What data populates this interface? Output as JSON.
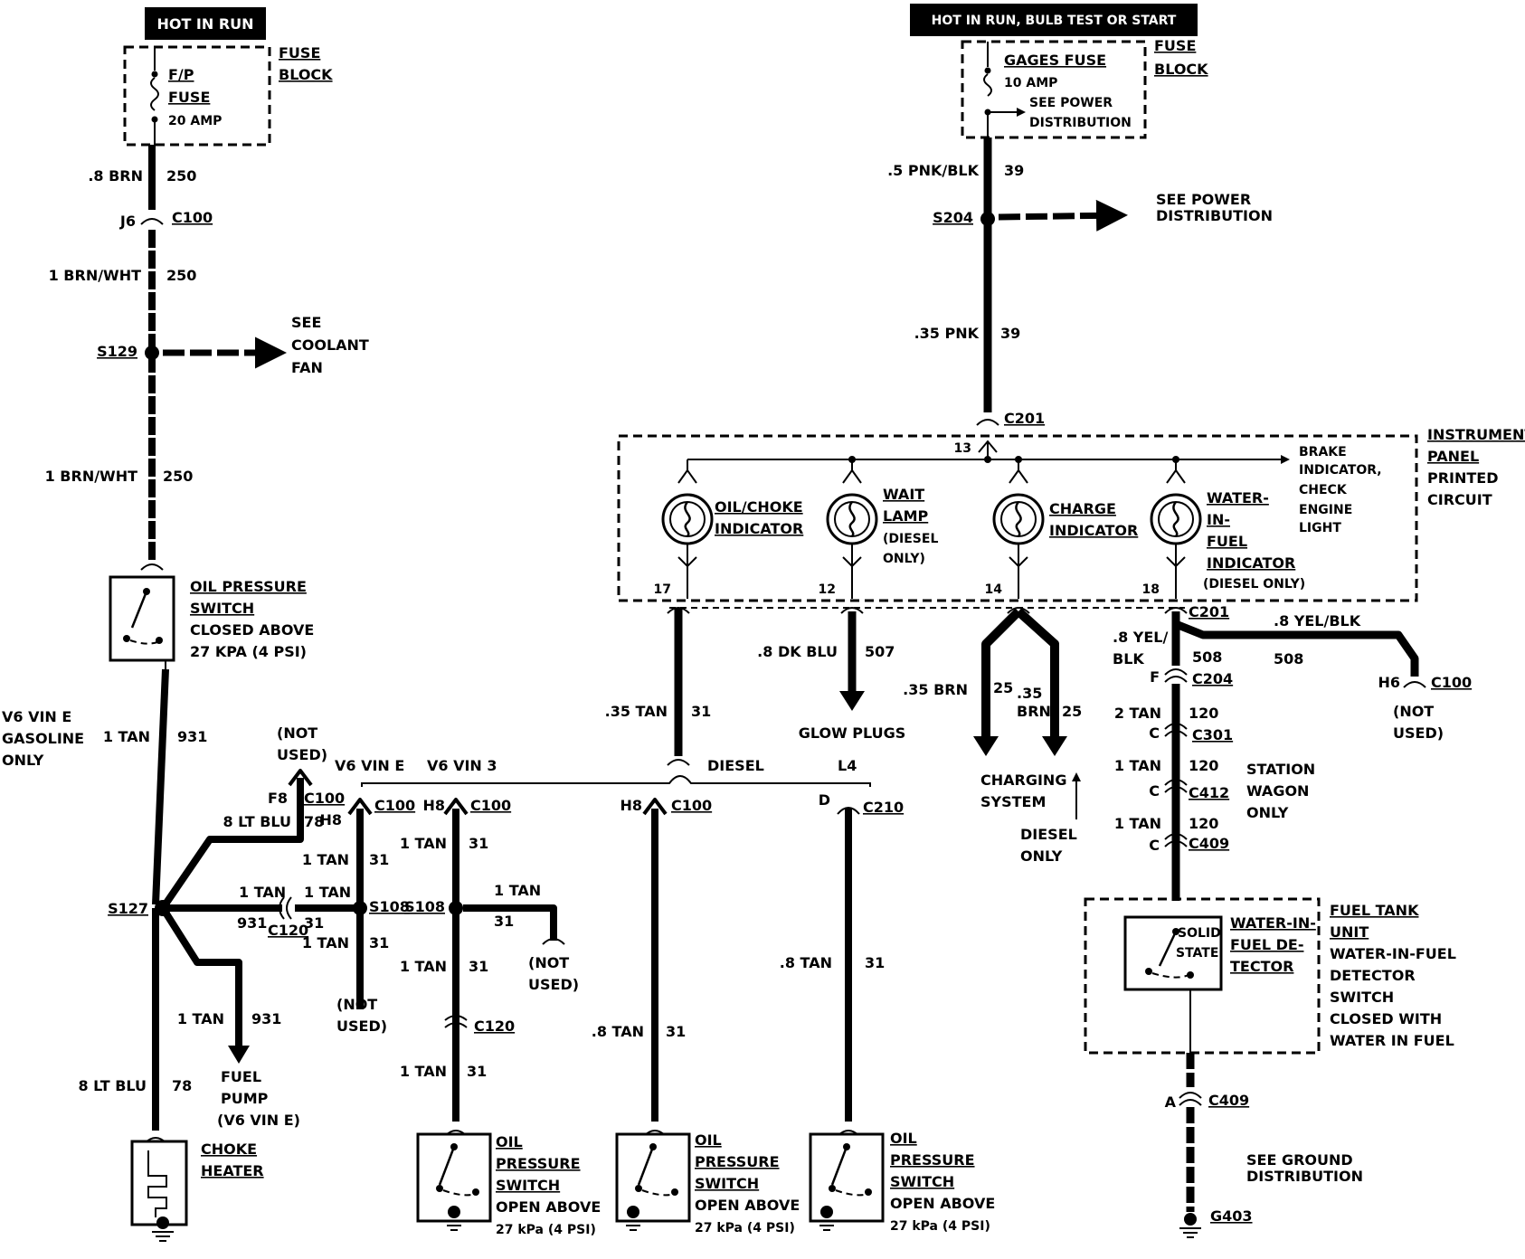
{
  "power": {
    "hot_in_run": "HOT IN RUN",
    "hot_in_run_bulb": "HOT IN RUN, BULB TEST OR START"
  },
  "fuse_block_left": {
    "label_1": "FUSE",
    "label_2": "BLOCK",
    "fuse_name_1": "F/P",
    "fuse_name_2": "FUSE",
    "rating": "20 AMP"
  },
  "fuse_block_right": {
    "label_1": "FUSE",
    "label_2": "BLOCK",
    "fuse_name": "GAGES FUSE",
    "rating": "10 AMP",
    "see_1": "SEE POWER",
    "see_2": "DISTRIBUTION"
  },
  "left_circuit": {
    "wire_1": ".8 BRN",
    "wire_1_num": "250",
    "conn_j6": "J6",
    "conn_c100": "C100",
    "wire_2": "1 BRN/WHT",
    "wire_2_num": "250",
    "splice_s129": "S129",
    "see_1": "SEE",
    "see_2": "COOLANT",
    "see_3": "FAN",
    "wire_3": "1 BRN/WHT",
    "wire_3_num": "250",
    "ops_1": "OIL PRESSURE",
    "ops_2": "SWITCH",
    "ops_3": "CLOSED ABOVE",
    "ops_4": "27 KPA (4 PSI)",
    "v6_1": "V6 VIN E",
    "v6_2": "GASOLINE",
    "v6_3": "ONLY",
    "wire_4": "1 TAN",
    "wire_4_num": "931",
    "splice_s127": "S127",
    "not_used_1": "(NOT",
    "not_used_2": "USED)",
    "f8": "F8",
    "c100": "C100",
    "wire_lt_blu": "8 LT BLU",
    "wire_lt_blu_num": "78",
    "h8": "H8",
    "tan_a": "1 TAN",
    "tan_a_num": "931",
    "c120": "C120",
    "c120_num": "31",
    "tan_b": "1 TAN",
    "fuel_tan": "1 TAN",
    "fuel_tan_num": "931",
    "fuel_1": "FUEL",
    "fuel_2": "PUMP",
    "fuel_3": "(V6 VIN E)",
    "wire_5": "8 LT BLU",
    "wire_5_num": "78",
    "choke_1": "CHOKE",
    "choke_2": "HEATER"
  },
  "middle_circuit": {
    "v6_vin_e": "V6 VIN E",
    "v6_vin_3": "V6 VIN 3",
    "diesel": "DIESEL",
    "l4": "L4",
    "c100": "C100",
    "tan_1": "1 TAN",
    "tan_1_num": "31",
    "tan_2": "1 TAN",
    "tan_2_num": "31",
    "s108": "S108",
    "not_used_1": "(NOT",
    "not_used_2": "USED)",
    "h8": "H8",
    "tan_3": "1 TAN",
    "tan_3_num": "31",
    "tan_4": "1 TAN",
    "tan_4_num": "31",
    "not_used_3": "(NOT",
    "not_used_4": "USED)",
    "tan_5": "1 TAN",
    "tan_5_num": "31",
    "c120": "C120",
    "tan_6": "1 TAN",
    "tan_6_num": "31",
    "tan_7": ".8 TAN",
    "tan_7_num": "31",
    "d": "D",
    "c210": "C210",
    "tan_8": ".8 TAN",
    "tan_8_num": "31",
    "ops_1": "OIL",
    "ops_2": "PRESSURE",
    "ops_3": "SWITCH",
    "ops_4": "OPEN ABOVE",
    "ops_5": "27 kPa (4 PSI)",
    "tan_35": ".35 TAN",
    "tan_35_num": "31"
  },
  "right_circuit": {
    "wire_pnk_blk": ".5 PNK/BLK",
    "wire_pnk_blk_num": "39",
    "s204": "S204",
    "see_1": "SEE POWER",
    "see_2": "DISTRIBUTION",
    "wire_pnk": ".35 PNK",
    "wire_pnk_num": "39",
    "c201": "C201",
    "pin_13": "13",
    "ip_1": "INSTRUMENT",
    "ip_2": "PANEL",
    "ip_3": "PRINTED",
    "ip_4": "CIRCUIT",
    "brake_1": "BRAKE",
    "brake_2": "INDICATOR,",
    "brake_3": "CHECK",
    "brake_4": "ENGINE",
    "brake_5": "LIGHT",
    "oil_choke_1": "OIL/CHOKE",
    "oil_choke_2": "INDICATOR",
    "wait_1": "WAIT",
    "wait_2": "LAMP",
    "wait_3": "(DIESEL",
    "wait_4": "ONLY)",
    "charge_1": "CHARGE",
    "charge_2": "INDICATOR",
    "wif_1": "WATER-",
    "wif_2": "IN-",
    "wif_3": "FUEL",
    "wif_4": "INDICATOR",
    "wif_5": "(DIESEL ONLY)",
    "pin_17": "17",
    "pin_12": "12",
    "pin_14": "14",
    "pin_18": "18",
    "c201b": "C201",
    "dk_blu": ".8 DK BLU",
    "dk_blu_num": "507",
    "glow": "GLOW PLUGS",
    "brn_a": ".35 BRN",
    "brn_a_num": "25",
    "brn_b_1": ".35",
    "brn_b_2": "BRN",
    "brn_b_num": "25",
    "charging_1": "CHARGING",
    "charging_2": "SYSTEM",
    "diesel_only_1": "DIESEL",
    "diesel_only_2": "ONLY",
    "yel_1": ".8 YEL/",
    "yel_2": "BLK",
    "yel_blk": ".8 YEL/BLK",
    "n508a": "508",
    "n508b": "508",
    "f": "F",
    "c204": "C204",
    "h6": "H6",
    "c100": "C100",
    "nu_1": "(NOT",
    "nu_2": "USED)",
    "tan_2": "2 TAN",
    "tan_2_num": "120",
    "c_a": "C",
    "c301": "C301",
    "tan_1a": "1 TAN",
    "tan_1a_num": "120",
    "station_1": "STATION",
    "station_2": "WAGON",
    "station_3": "ONLY",
    "c_b": "C",
    "c412": "C412",
    "tan_1b": "1 TAN",
    "tan_1b_num": "120",
    "c_c": "C",
    "c409": "C409",
    "solid_1": "SOLID",
    "solid_2": "STATE",
    "wifd_1": "WATER-IN-",
    "wifd_2": "FUEL DE-",
    "wifd_3": "TECTOR",
    "ftu_1": "FUEL TANK",
    "ftu_2": "UNIT",
    "ftu_3": "WATER-IN-FUEL",
    "ftu_4": "DETECTOR",
    "ftu_5": "SWITCH",
    "ftu_6": "CLOSED WITH",
    "ftu_7": "WATER IN FUEL",
    "a": "A",
    "c409b": "C409",
    "ground_1": "SEE GROUND",
    "ground_2": "DISTRIBUTION",
    "g403": "G403"
  }
}
